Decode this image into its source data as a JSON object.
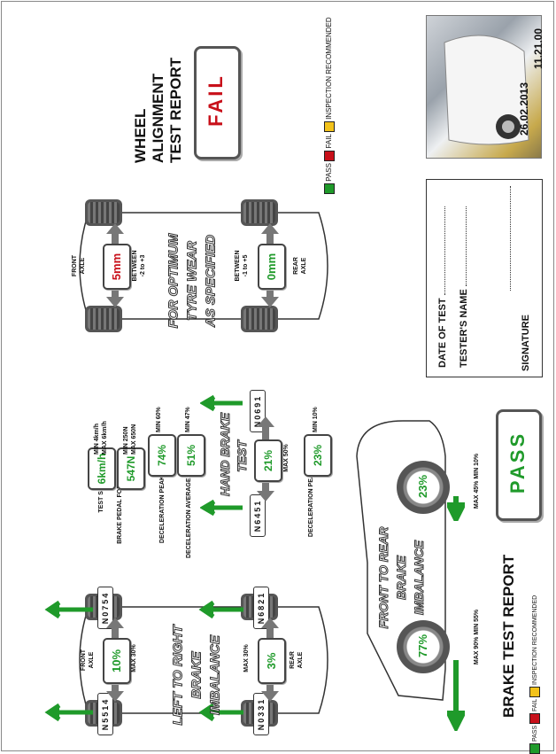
{
  "wheel_alignment": {
    "title_lines": [
      "WHEEL",
      "ALIGNMENT",
      "TEST REPORT"
    ],
    "result": "FAIL",
    "front_axle_label_1": "FRONT",
    "front_axle_label_2": "AXLE",
    "front_value": "5mm",
    "front_between_1": "BETWEEN",
    "front_between_2": "-2 to +3",
    "slogan_lines": [
      "FOR OPTIMUM",
      "TYRE WEAR",
      "AS SPECIFIED"
    ],
    "rear_between_1": "BETWEEN",
    "rear_between_2": "-1 to +5",
    "rear_value": "0mm",
    "rear_axle_label_1": "REAR",
    "rear_axle_label_2": "AXLE",
    "legend": {
      "pass": "PASS",
      "fail": "FAIL",
      "inspection": "INSPECTION RECOMMENDED"
    }
  },
  "photo": {
    "date": "26.02.2013",
    "time": "11.21.00"
  },
  "signature_box": {
    "date_label": "DATE OF TEST",
    "tester_label": "TESTER'S NAME",
    "signature_label": "SIGNATURE"
  },
  "brake": {
    "title": "BRAKE TEST REPORT",
    "legend": {
      "pass": "PASS",
      "fail": "FAIL",
      "inspection": "INSPECTION RECOMMENDED"
    },
    "lr_lines": [
      "LEFT TO RIGHT",
      "BRAKE",
      "IMBALANCE"
    ],
    "front_axle_1": "FRONT",
    "front_axle_2": "AXLE",
    "front_value": "10%",
    "front_max": "MAX 30%",
    "rear_max": "MAX 30%",
    "rear_value": "3%",
    "rear_axle_1": "REAR",
    "rear_axle_2": "AXLE",
    "strip_fl": [
      "4",
      "1",
      "5",
      "5",
      "N"
    ],
    "strip_fr": [
      "4",
      "5",
      "7",
      "0",
      "N"
    ],
    "strip_rl": [
      "1",
      "3",
      "3",
      "0",
      "N"
    ],
    "strip_rr": [
      "1",
      "2",
      "8",
      "6",
      "N"
    ],
    "test_speed_label": "TEST SPEED",
    "test_speed_value": "6km/h",
    "test_speed_min": "MIN 4km/h",
    "test_speed_max": "MAX 6km/h",
    "pedal_label": "BRAKE PEDAL FORCE",
    "pedal_value": "547N",
    "pedal_min": "MIN 250N",
    "pedal_max": "MAX 650N",
    "decel_peak_label": "DECELERATION PEAK",
    "decel_peak_value": "74%",
    "decel_peak_min": "MIN 60%",
    "decel_avg_label": "DECELERATION AVERAGE",
    "decel_avg_value": "51%",
    "decel_avg_min": "MIN 47%",
    "hand_lines": [
      "HAND BRAKE",
      "TEST"
    ],
    "hand_value": "21%",
    "hand_max": "MAX 50%",
    "hand_strip_left": [
      "1",
      "5",
      "4",
      "6",
      "N"
    ],
    "hand_strip_right": [
      "1",
      "9",
      "6",
      "0",
      "N"
    ],
    "hand_decel_label": "DECELERATION PEAK",
    "hand_decel_value": "23%",
    "hand_decel_min": "MIN 10%",
    "ftr_lines": [
      "FRONT TO REAR",
      "BRAKE",
      "IMBALANCE"
    ],
    "front_wheel_value": "77%",
    "front_wheel_limits": "MAX 90%  MIN 55%",
    "rear_wheel_value": "23%",
    "rear_wheel_limits": "MAX 45%  MIN 10%",
    "result": "PASS"
  },
  "colors": {
    "pass": "#1f9a2a",
    "fail": "#c8101a",
    "inspection": "#f2c21a"
  }
}
